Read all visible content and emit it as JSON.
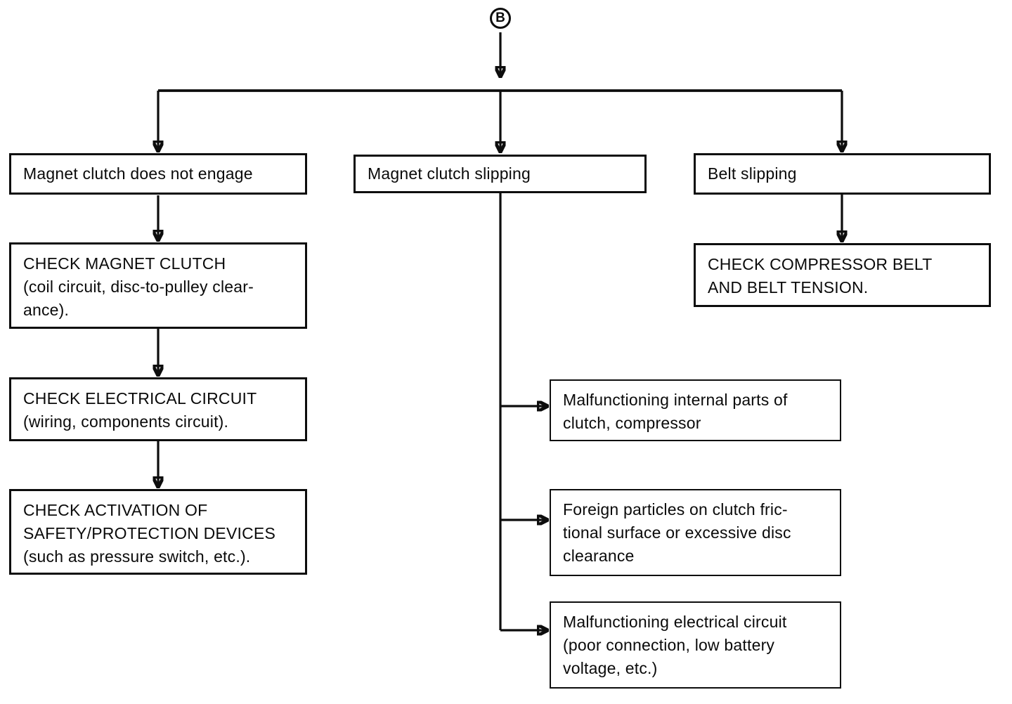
{
  "diagram": {
    "connector_label": "B",
    "branches": [
      {
        "symptom": "Magnet clutch does not engage",
        "steps": [
          "CHECK MAGNET CLUTCH\n(coil circuit, disc-to-pulley clear-\nance).",
          "CHECK ELECTRICAL CIRCUIT\n(wiring, components circuit).",
          "CHECK ACTIVATION OF\nSAFETY/PROTECTION DEVICES\n(such as pressure switch, etc.)."
        ]
      },
      {
        "symptom": "Magnet clutch slipping",
        "causes": [
          "Malfunctioning internal parts of\nclutch, compressor",
          "Foreign particles on clutch fric-\ntional surface or excessive disc\nclearance",
          "Malfunctioning electrical circuit\n(poor connection, low battery\nvoltage, etc.)"
        ]
      },
      {
        "symptom": "Belt slipping",
        "steps": [
          "CHECK COMPRESSOR BELT\nAND BELT TENSION."
        ]
      }
    ]
  }
}
